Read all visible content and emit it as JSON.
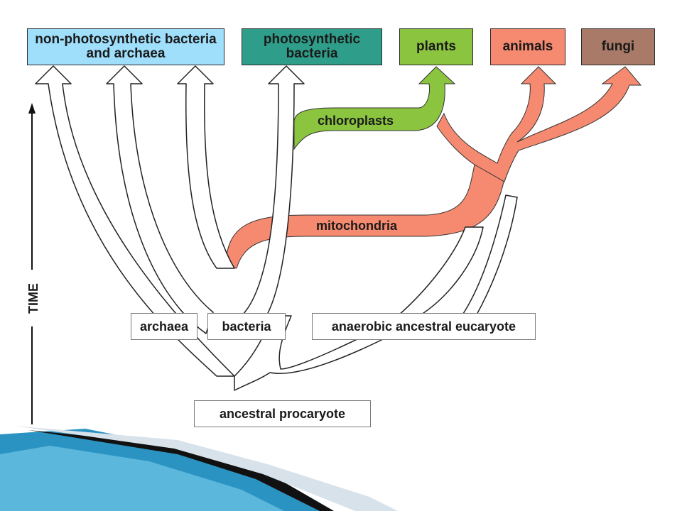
{
  "top_labels": {
    "nonphoto": "non-photosynthetic bacteria and archaea",
    "photo": "photosynthetic bacteria",
    "plants": "plants",
    "animals": "animals",
    "fungi": "fungi"
  },
  "nodes": {
    "archaea": "archaea",
    "bacteria": "bacteria",
    "eucaryote": "anaerobic ancestral eucaryote",
    "procaryote": "ancestral procaryote"
  },
  "branch_labels": {
    "chloroplasts": "chloroplasts",
    "mitochondria": "mitochondria"
  },
  "time_label": "TIME",
  "colors": {
    "nonphoto": "#9fdffc",
    "photo": "#2e9e8a",
    "plants": "#8bc43f",
    "animals": "#f58a70",
    "fungi": "#a97a68",
    "chloroplast_band": "#8bc43f",
    "mitochondria_band": "#f58a70"
  }
}
